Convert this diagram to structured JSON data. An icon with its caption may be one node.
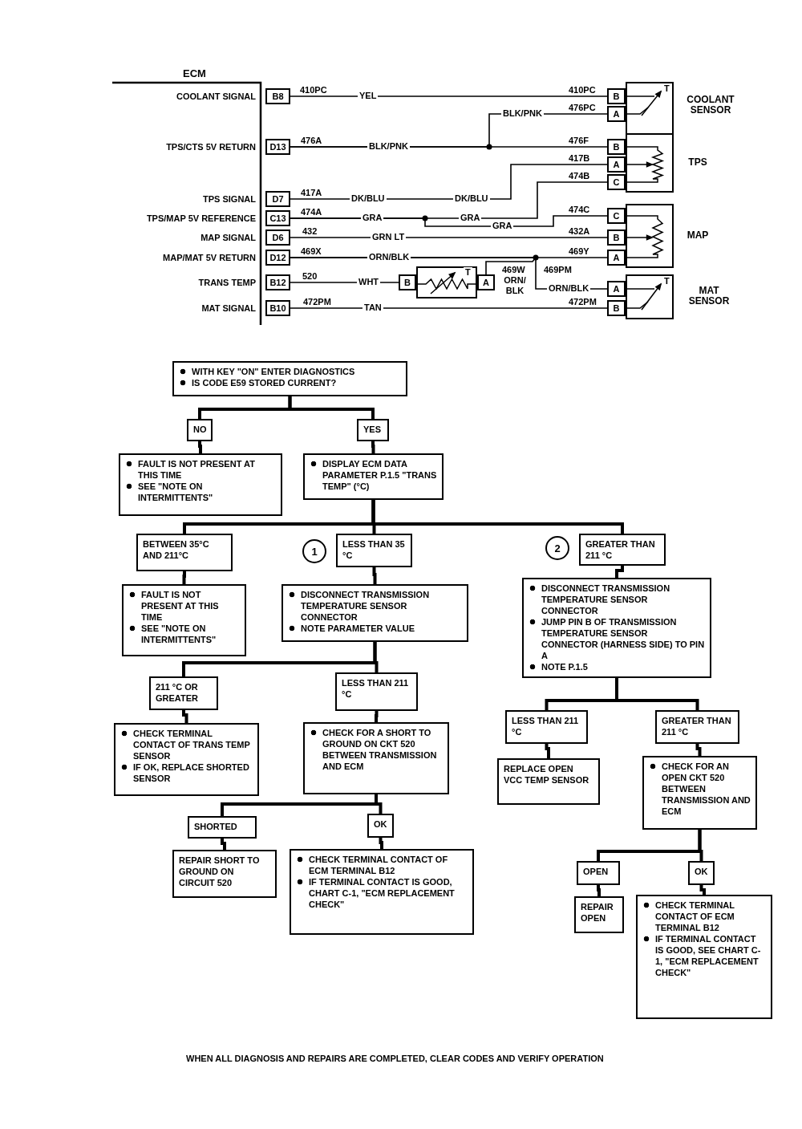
{
  "diagram": {
    "caption": "WHEN ALL DIAGNOSIS AND REPAIRS ARE COMPLETED, CLEAR CODES AND VERIFY OPERATION",
    "nodes": [
      {
        "text": [
          "B8"
        ],
        "beside": [
          "COOLANT SIGNAL"
        ]
      },
      {
        "text": [
          "D13"
        ],
        "beside": [
          "TPS/CTS 5V RETURN"
        ]
      },
      {
        "text": [
          "D7"
        ],
        "beside": [
          "TPS SIGNAL"
        ]
      },
      {
        "text": [
          "C13"
        ],
        "beside": [
          "TPS/MAP 5V REFERENCE"
        ]
      },
      {
        "text": [
          "D6"
        ],
        "beside": [
          "MAP SIGNAL"
        ]
      },
      {
        "text": [
          "D12"
        ],
        "beside": [
          "MAP/MAT 5V RETURN"
        ]
      },
      {
        "text": [
          "B12"
        ],
        "beside": [
          "TRANS TEMP"
        ]
      },
      {
        "text": [
          "B10"
        ],
        "beside": [
          "MAT SIGNAL"
        ]
      },
      {
        "text": [
          "COOLANT SENSOR"
        ]
      },
      {
        "text": [
          "B"
        ]
      },
      {
        "text": [
          "A"
        ]
      },
      {
        "text": [
          "TPS"
        ]
      },
      {
        "text": [
          "B"
        ]
      },
      {
        "text": [
          "A"
        ]
      },
      {
        "text": [
          "C"
        ]
      },
      {
        "text": [
          "MAP"
        ]
      },
      {
        "text": [
          "C"
        ]
      },
      {
        "text": [
          "B"
        ]
      },
      {
        "text": [
          "A"
        ]
      },
      {
        "text": [
          "B"
        ]
      },
      {
        "text": [],
        "shape": "box"
      },
      {
        "text": [
          "A"
        ]
      },
      {
        "text": [
          "MAT SENSOR"
        ]
      },
      {
        "text": [
          "A"
        ]
      },
      {
        "text": [
          "B"
        ]
      },
      {
        "text": [
          "WITH KEY \"ON\" ENTER DIAGNOSTICS",
          "IS CODE E59 STORED CURRENT?"
        ]
      },
      {
        "text": [
          "NO"
        ]
      },
      {
        "text": [
          "YES"
        ]
      },
      {
        "text": [
          "FAULT IS NOT PRESENT AT THIS TIME",
          "SEE \"NOTE ON INTERMITTENTS\""
        ]
      },
      {
        "text": [
          "DISPLAY ECM DATA PARAMETER P.1.5 \"TRANS TEMP\" (°C)"
        ]
      },
      {
        "text": [
          "BETWEEN 35°C AND 211°C"
        ]
      },
      {
        "text": [
          "1"
        ]
      },
      {
        "text": [
          "LESS THAN 35 °C"
        ]
      },
      {
        "text": [
          "2"
        ]
      },
      {
        "text": [
          "GREATER THAN 211 °C"
        ]
      },
      {
        "text": [
          "FAULT IS NOT PRESENT AT THIS TIME",
          "SEE \"NOTE ON INTERMITTENTS\""
        ]
      },
      {
        "text": [
          "DISCONNECT TRANSMISSION TEMPERATURE SENSOR CONNECTOR",
          "NOTE PARAMETER VALUE"
        ]
      },
      {
        "text": [
          "DISCONNECT TRANSMISSION TEMPERATURE SENSOR CONNECTOR",
          "JUMP PIN B OF TRANSMISSION TEMPERATURE SENSOR CONNECTOR (HARNESS SIDE) TO PIN A",
          "NOTE P.1.5"
        ]
      },
      {
        "text": [
          "211 °C OR GREATER"
        ]
      },
      {
        "text": [
          "LESS THAN 211 °C"
        ]
      },
      {
        "text": [
          "LESS THAN 211 °C"
        ]
      },
      {
        "text": [
          "GREATER THAN 211 °C"
        ]
      },
      {
        "text": [
          "CHECK TERMINAL CONTACT OF TRANS TEMP SENSOR",
          "IF OK, REPLACE SHORTED SENSOR"
        ]
      },
      {
        "text": [
          "CHECK FOR A SHORT TO GROUND ON CKT 520 BETWEEN TRANSMISSION AND ECM"
        ]
      },
      {
        "text": [
          "REPLACE OPEN VCC TEMP SENSOR"
        ]
      },
      {
        "text": [
          "CHECK FOR AN OPEN CKT 520 BETWEEN TRANSMISSION AND ECM"
        ]
      },
      {
        "text": [
          "SHORTED"
        ]
      },
      {
        "text": [
          "OK"
        ]
      },
      {
        "text": [
          "OPEN"
        ]
      },
      {
        "text": [
          "OK"
        ]
      },
      {
        "text": [
          "REPAIR SHORT TO GROUND ON CIRCUIT 520"
        ]
      },
      {
        "text": [
          "CHECK TERMINAL CONTACT OF ECM TERMINAL B12",
          "IF TERMINAL CONTACT IS GOOD, CHART C-1, \"ECM REPLACEMENT CHECK\""
        ]
      },
      {
        "text": [
          "REPAIR OPEN"
        ]
      },
      {
        "text": [
          "CHECK TERMINAL CONTACT OF ECM TERMINAL B12",
          "IF TERMINAL CONTACT IS GOOD, SEE CHART C-1, \"ECM REPLACEMENT CHECK\""
        ]
      }
    ],
    "edges": [
      {
        "from": 0,
        "to": 9,
        "arrow": "none"
      },
      {
        "from": 1,
        "to": 10,
        "arrow": "none"
      },
      {
        "from": 1,
        "to": 12,
        "arrow": "none"
      },
      {
        "from": 2,
        "to": 13,
        "arrow": "none"
      },
      {
        "from": 3,
        "to": 14,
        "arrow": "none"
      },
      {
        "from": 3,
        "to": 16,
        "arrow": "none"
      },
      {
        "from": 4,
        "to": 17,
        "arrow": "none"
      },
      {
        "from": 5,
        "to": 18,
        "arrow": "none"
      },
      {
        "from": 5,
        "to": 23,
        "arrow": "none"
      },
      {
        "from": 5,
        "to": 21,
        "arrow": "none"
      },
      {
        "from": 6,
        "to": 19,
        "arrow": "none"
      },
      {
        "from": 7,
        "to": 24,
        "arrow": "none"
      },
      {
        "from": 25,
        "to": 26,
        "arrow": "none"
      },
      {
        "from": 25,
        "to": 27,
        "arrow": "none"
      },
      {
        "from": 26,
        "to": 28,
        "arrow": "none"
      },
      {
        "from": 27,
        "to": 29,
        "arrow": "none"
      },
      {
        "from": 29,
        "to": 30,
        "arrow": "none"
      },
      {
        "from": 29,
        "to": 32,
        "arrow": "none"
      },
      {
        "from": 29,
        "to": 34,
        "arrow": "none"
      },
      {
        "from": 30,
        "to": 35,
        "arrow": "none"
      },
      {
        "from": 32,
        "to": 36,
        "arrow": "none"
      },
      {
        "from": 34,
        "to": 37,
        "arrow": "none"
      },
      {
        "from": 36,
        "to": 38,
        "arrow": "none"
      },
      {
        "from": 36,
        "to": 39,
        "arrow": "none"
      },
      {
        "from": 37,
        "to": 40,
        "arrow": "none"
      },
      {
        "from": 37,
        "to": 41,
        "arrow": "none"
      },
      {
        "from": 38,
        "to": 42,
        "arrow": "none"
      },
      {
        "from": 39,
        "to": 43,
        "arrow": "none"
      },
      {
        "from": 40,
        "to": 44,
        "arrow": "none"
      },
      {
        "from": 41,
        "to": 45,
        "arrow": "none"
      },
      {
        "from": 43,
        "to": 46,
        "arrow": "none"
      },
      {
        "from": 43,
        "to": 47,
        "arrow": "none"
      },
      {
        "from": 45,
        "to": 48,
        "arrow": "none"
      },
      {
        "from": 45,
        "to": 49,
        "arrow": "none"
      },
      {
        "from": 46,
        "to": 50,
        "arrow": "none"
      },
      {
        "from": 47,
        "to": 51,
        "arrow": "none"
      },
      {
        "from": 48,
        "to": 52,
        "arrow": "none"
      },
      {
        "from": 49,
        "to": 53,
        "arrow": "none"
      }
    ],
    "labels": [
      "ECM",
      "410PC",
      "YEL",
      "410PC",
      "BLK/PNK",
      "476PC",
      "476A",
      "BLK/PNK",
      "476F",
      "417B",
      "474B",
      "417A",
      "DK/BLU",
      "DK/BLU",
      "474A",
      "GRA",
      "GRA",
      "474C",
      "GRA",
      "432",
      "GRN LT",
      "432A",
      "469X",
      "ORN/BLK",
      "469Y",
      "520",
      "WHT",
      "469W",
      "ORN/ BLK",
      "469PM",
      "ORN/BLK",
      "472PM",
      "TAN",
      "472PM",
      "T",
      "T",
      "T"
    ]
  }
}
